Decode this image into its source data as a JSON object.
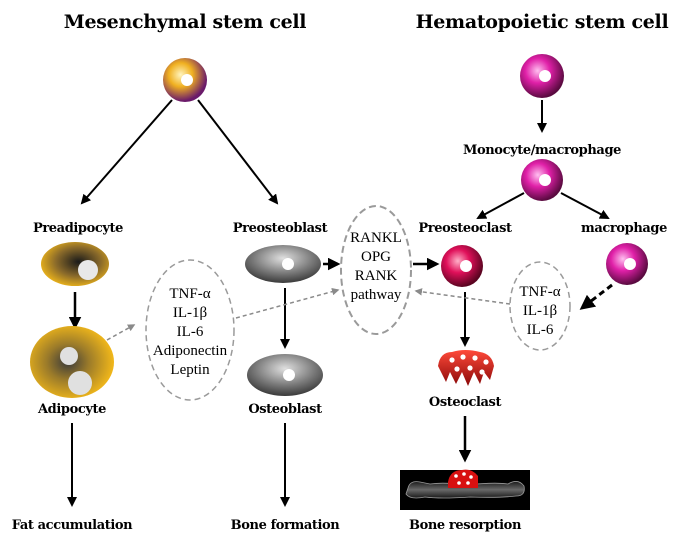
{
  "titles": {
    "left": "Mesenchymal stem cell",
    "right": "Hematopoietic stem cell"
  },
  "labels": {
    "preadipocyte": "Preadipocyte",
    "adipocyte": "Adipocyte",
    "fat_accumulation": "Fat accumulation",
    "preosteoblast": "Preosteoblast",
    "osteoblast": "Osteoblast",
    "bone_formation": "Bone formation",
    "monocyte_macrophage": "Monocyte/macrophage",
    "preosteoclast": "Preosteoclast",
    "macrophage": "macrophage",
    "osteoclast": "Osteoclast",
    "bone_resorption": "Bone resorption"
  },
  "factors_left": [
    "TNF-α",
    "IL-1β",
    "IL-6",
    "Adiponectin",
    "Leptin"
  ],
  "rankl_pathway": [
    "RANKL",
    "OPG",
    "RANK",
    "pathway"
  ],
  "factors_right": [
    "TNF-α",
    "IL-1β",
    "IL-6"
  ],
  "colors": {
    "msc_cell": "#f0b020",
    "msc_cell_edge": "#7a1a6a",
    "hsc_cell": "#e020a0",
    "preosteoclast_cell": "#e0104a",
    "adipocyte_fill": "#f2b81a",
    "osteoblast_fill": "#707070",
    "osteoclast_fill": "#cc1010",
    "dashed_line": "#9a9a9a"
  }
}
